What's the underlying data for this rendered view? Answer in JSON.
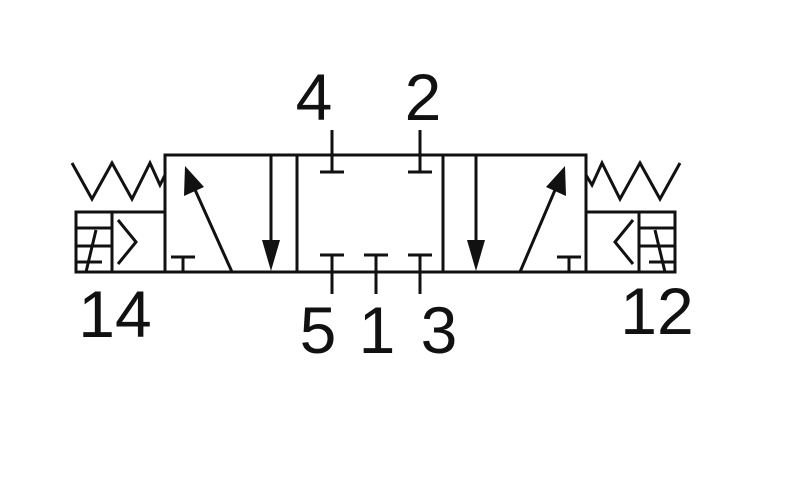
{
  "diagram": {
    "ports": {
      "port_4": "4",
      "port_2": "2",
      "port_5": "5",
      "port_1": "1",
      "port_3": "3",
      "port_14": "14",
      "port_12": "12"
    },
    "colors": {
      "line": "#111111",
      "background": "#ffffff"
    },
    "icons": {
      "left_spring": "spring-icon",
      "right_spring": "spring-icon",
      "left_solenoid": "solenoid-icon",
      "right_solenoid": "solenoid-icon"
    }
  }
}
